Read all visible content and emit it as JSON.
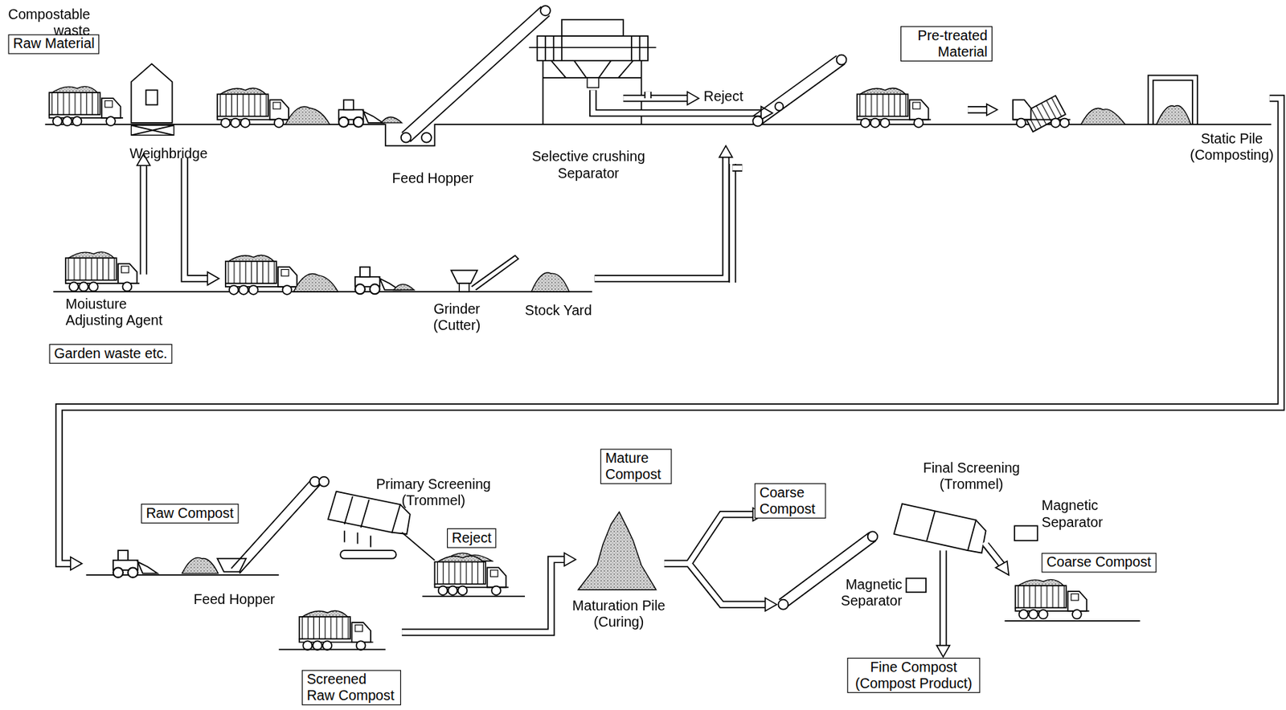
{
  "diagram": {
    "nodes": [
      {
        "text": [
          "Raw Material"
        ]
      },
      {
        "text": [
          "Pre-treated Material"
        ]
      },
      {
        "text": [
          "Garden waste etc."
        ]
      },
      {
        "text": [
          "Raw Compost"
        ]
      },
      {
        "text": [
          "Reject"
        ]
      },
      {
        "text": [
          "Mature Compost"
        ]
      },
      {
        "text": [
          "Coarse Compost"
        ]
      },
      {
        "text": [
          "Coarse Compost"
        ]
      },
      {
        "text": [
          "Screened Raw Compost"
        ]
      },
      {
        "text": [
          "Fine Compost (Compost Product)"
        ]
      }
    ],
    "labels": [
      "Compostable waste",
      "Weighbridge",
      "Reject",
      "Feed Hopper",
      "Selective crushing Separator",
      "Static Pile (Composting)",
      "Moiusture Adjusting Agent",
      "Grinder (Cutter)",
      "Stock Yard",
      "Feed Hopper",
      "Primary Screening (Trommel)",
      "Maturation Pile (Curing)",
      "Final Screening (Trommel)",
      "Magnetic Separator",
      "Magnetic Separator"
    ]
  }
}
